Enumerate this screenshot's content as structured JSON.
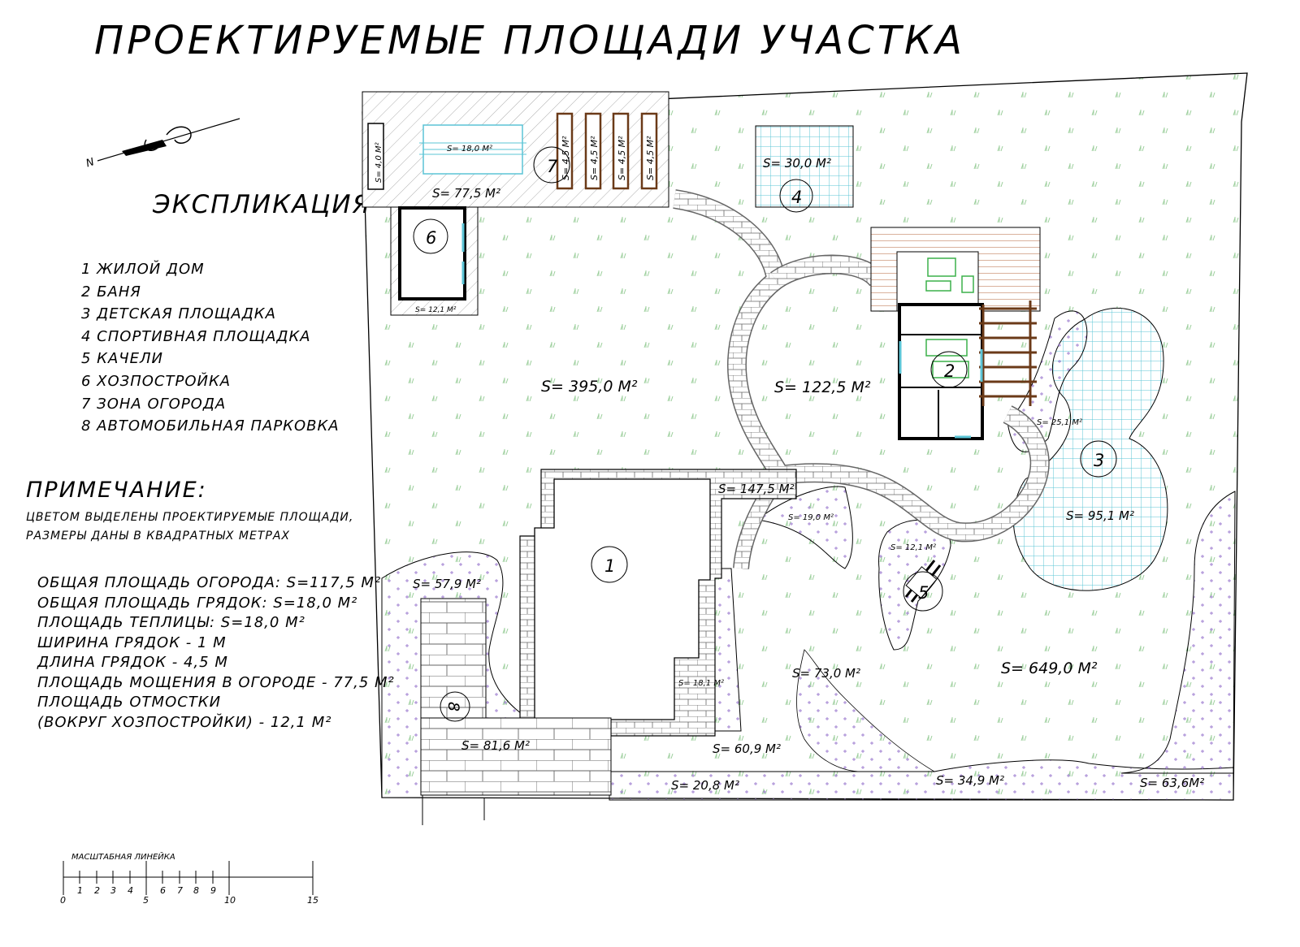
{
  "title": "ПРОЕКТИРУЕМЫЕ ПЛОЩАДИ УЧАСТКА",
  "explication": {
    "heading": "ЭКСПЛИКАЦИЯ",
    "items": [
      "1 ЖИЛОЙ ДОМ",
      "2 БАНЯ",
      "3 ДЕТСКАЯ ПЛОЩАДКА",
      "4 СПОРТИВНАЯ ПЛОЩАДКА",
      "5 КАЧЕЛИ",
      "6 ХОЗПОСТРОЙКА",
      "7 ЗОНА ОГОРОДА",
      "8 АВТОМОБИЛЬНАЯ ПАРКОВКА"
    ]
  },
  "note": {
    "heading": "ПРИМЕЧАНИЕ:",
    "lines": [
      "ЦВЕТОМ ВЫДЕЛЕНЫ ПРОЕКТИРУЕМЫЕ ПЛОЩАДИ,",
      "РАЗМЕРЫ ДАНЫ В КВАДРАТНЫХ МЕТРАХ"
    ]
  },
  "stats": [
    "ОБЩАЯ ПЛОЩАДЬ ОГОРОДА: S=117,5 М²",
    "ОБЩАЯ ПЛОЩАДЬ ГРЯДОК: S=18,0 М²",
    "ПЛОЩАДЬ ТЕПЛИЦЫ: S=18,0 М²",
    "ШИРИНА ГРЯДОК - 1 М",
    "ДЛИНА ГРЯДОК - 4,5 М",
    "ПЛОЩАДЬ МОЩЕНИЯ В ОГОРОДЕ - 77,5 М²",
    "ПЛОЩАДЬ ОТМОСТКИ",
    "(ВОКРУГ ХОЗПОСТРОЙКИ) - 12,1 М²"
  ],
  "north_label": "N",
  "areas": {
    "garden_paving": "S= 77,5 М²",
    "greenhouse": "S= 18,0 М²",
    "compost": "S= 4,0 М²",
    "bed1": "S= 4,5 М²",
    "bed2": "S= 4,5 М²",
    "bed3": "S= 4,5 М²",
    "bed4": "S= 4,5 М²",
    "sport": "S= 30,0 М²",
    "shed_blind": "S= 12,1 М²",
    "lawn_main": "S= 395,0 М²",
    "lawn_mid": "S= 122,5 М²",
    "lawn_big": "S= 649,0 М²",
    "path_main": "S= 147,5 М²",
    "playground": "S= 95,1 М²",
    "bath_terrace": "S= 25,1 М²",
    "flower_19": "S= 19,0 М²",
    "swing": "S= 12,1 М²",
    "flower_579": "S= 57,9 М²",
    "parking": "S= 81,6 М²",
    "house_blind": "S= 18,1 М²",
    "lawn_73": "S= 73,0 М²",
    "flower_609": "S= 60,9 М²",
    "flower_208": "S= 20,8 М²",
    "flower_349": "S= 34,9 М²",
    "flower_636": "S= 63,6М²"
  },
  "markers": [
    "1",
    "2",
    "3",
    "4",
    "5",
    "6",
    "7",
    "8"
  ],
  "scale_bar": {
    "title": "МАСШТАБНАЯ ЛИНЕЙКА",
    "ticks": [
      "0",
      "1",
      "2",
      "3",
      "4",
      "5",
      "6",
      "7",
      "8",
      "9",
      "10",
      "15"
    ]
  },
  "colors": {
    "lawn_mark": "#9ccf9c",
    "flowerbed_mark": "#9f7fd0",
    "sport_grid": "#5bc4d6",
    "brick": "#666666",
    "terrace_wood": "#b5653b",
    "pergola": "#6b3a18",
    "furniture": "#3bb04a"
  }
}
